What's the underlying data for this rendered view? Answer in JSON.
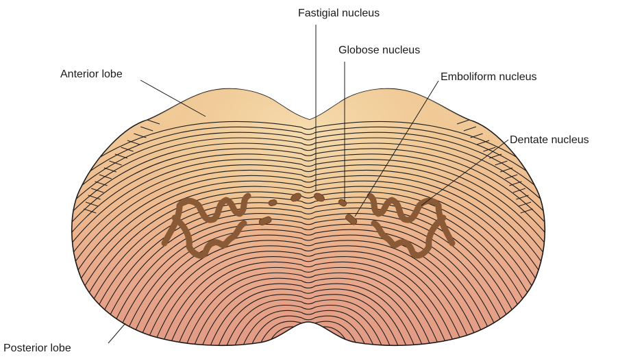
{
  "labels": {
    "fastigial": "Fastigial nucleus",
    "globose": "Globose nucleus",
    "anterior_lobe": "Anterior lobe",
    "emboliform": "Emboliform nucleus",
    "dentate": "Dentate nucleus",
    "posterior_lobe": "Posterior lobe"
  },
  "colors": {
    "anterior_fill": "#f0cc96",
    "posterior_fill": "#e7a38a",
    "posterior_deep": "#dc8f78",
    "nucleus_fill": "#8a5a36",
    "outline": "#1a1a1a"
  }
}
